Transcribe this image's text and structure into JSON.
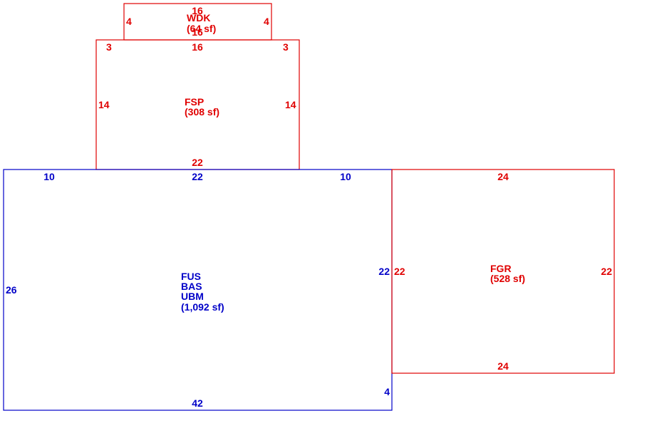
{
  "colors": {
    "addition": "#e00000",
    "main": "#0000c8"
  },
  "wdk": {
    "code": "WDK",
    "area": "(64 sf)",
    "top": "16",
    "bottom": "16",
    "left": "4",
    "right": "4"
  },
  "fsp": {
    "code": "FSP",
    "area": "(308 sf)",
    "top_left": "3",
    "top_mid": "16",
    "top_right": "3",
    "left": "14",
    "right": "14",
    "bottom": "22"
  },
  "main": {
    "code1": "FUS",
    "code2": "BAS",
    "code3": "UBM",
    "area": "(1,092 sf)",
    "top_left": "10",
    "top_mid": "22",
    "top_right": "10",
    "left": "26",
    "right_upper": "22",
    "right_lower": "4",
    "bottom": "42"
  },
  "fgr": {
    "code": "FGR",
    "area": "(528 sf)",
    "top": "24",
    "bottom": "24",
    "left": "22",
    "right": "22"
  }
}
